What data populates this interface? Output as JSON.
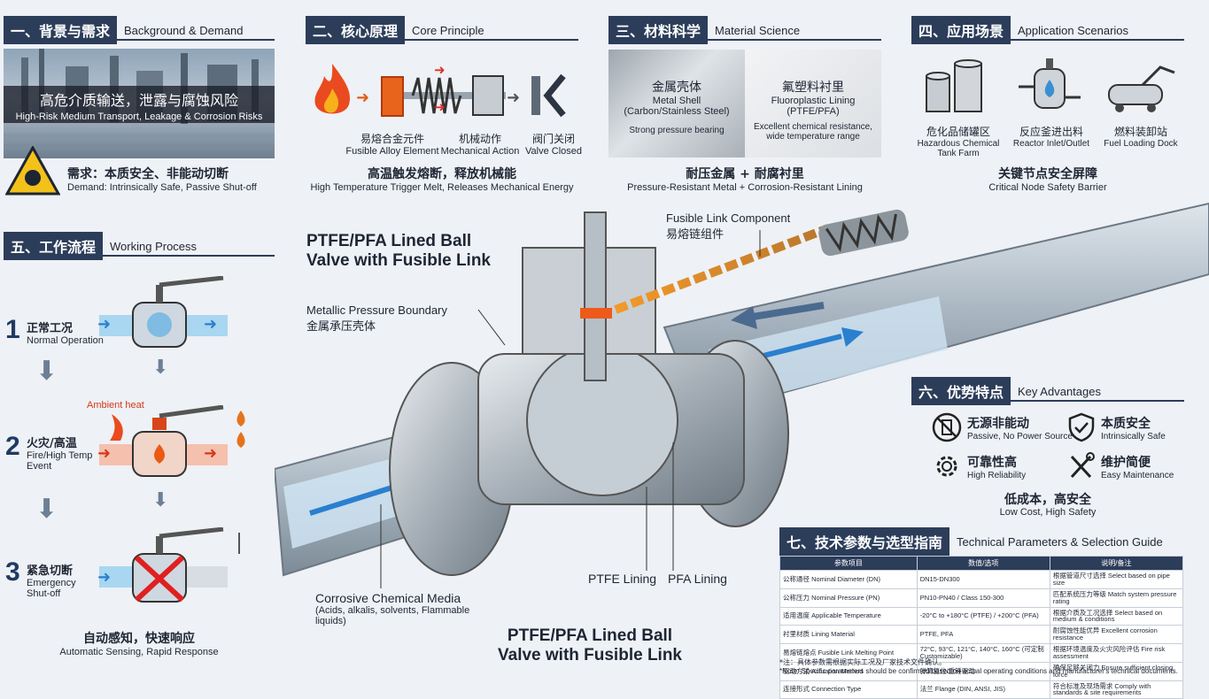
{
  "s1": {
    "tag": "一、背景与需求",
    "en": "Background & Demand",
    "banner_zh": "高危介质输送，泄露与腐蚀风险",
    "banner_en": "High-Risk Medium Transport, Leakage & Corrosion Risks",
    "demand_zh": "需求：本质安全、非能动切断",
    "demand_en": "Demand: Intrinsically Safe, Passive Shut-off"
  },
  "s2": {
    "tag": "二、核心原理",
    "en": "Core Principle",
    "items": [
      {
        "zh": "易熔合金元件",
        "en": "Fusible Alloy Element"
      },
      {
        "zh": "机械动作",
        "en": "Mechanical Action"
      },
      {
        "zh": "阀门关闭",
        "en": "Valve Closed"
      }
    ],
    "summary_zh": "高温触发熔断，释放机械能",
    "summary_en": "High Temperature Trigger Melt, Releases Mechanical Energy"
  },
  "s3": {
    "tag": "三、材料科学",
    "en": "Material Science",
    "left_zh": "金属壳体",
    "left_en": "Metal Shell",
    "left_en2": "(Carbon/Stainless Steel)",
    "left_note": "Strong pressure bearing",
    "right_zh": "氟塑料衬里",
    "right_en": "Fluoroplastic Lining",
    "right_en2": "(PTFE/PFA)",
    "right_note": "Excellent chemical resistance, wide temperature range",
    "summary_zh": "耐压金属 + 耐腐衬里",
    "summary_en": "Pressure-Resistant Metal + Corrosion-Resistant Lining"
  },
  "s4": {
    "tag": "四、应用场景",
    "en": "Application Scenarios",
    "items": [
      {
        "zh": "危化品储罐区",
        "en": "Hazardous Chemical Tank Farm"
      },
      {
        "zh": "反应釜进出料",
        "en": "Reactor Inlet/Outlet"
      },
      {
        "zh": "燃料装卸站",
        "en": "Fuel Loading Dock"
      }
    ],
    "summary_zh": "关键节点安全屏障",
    "summary_en": "Critical Node Safety Barrier"
  },
  "s5": {
    "tag": "五、工作流程",
    "en": "Working Process",
    "steps": [
      {
        "num": "1",
        "zh": "正常工况",
        "en": "Normal Operation"
      },
      {
        "num": "2",
        "zh": "火灾/高温",
        "en": "Fire/High Temp Event"
      },
      {
        "num": "3",
        "zh": "紧急切断",
        "en": "Emergency Shut-off"
      }
    ],
    "ambient": "Ambient heat",
    "summary_zh": "自动感知，快速响应",
    "summary_en": "Automatic Sensing, Rapid Response"
  },
  "center": {
    "title": "PTFE/PFA Lined Ball Valve with Fusible Link",
    "fusible_en": "Fusible Link Component",
    "fusible_zh": "易熔链组件",
    "boundary_en": "Metallic Pressure Boundary",
    "boundary_zh": "金属承压壳体",
    "media_en": "Corrosive Chemical Media",
    "media_note": "(Acids, alkalis, solvents, Flammable liquids)",
    "ptfe": "PTFE Lining",
    "pfa": "PFA Lining"
  },
  "s6": {
    "tag": "六、优势特点",
    "en": "Key Advantages",
    "items": [
      {
        "zh": "无源非能动",
        "en": "Passive, No Power Source"
      },
      {
        "zh": "本质安全",
        "en": "Intrinsically Safe"
      },
      {
        "zh": "可靠性高",
        "en": "High Reliability"
      },
      {
        "zh": "维护简便",
        "en": "Easy Maintenance"
      }
    ],
    "summary_zh": "低成本，高安全",
    "summary_en": "Low Cost, High Safety"
  },
  "s7": {
    "tag": "七、技术参数与选型指南",
    "en": "Technical Parameters & Selection Guide",
    "headers": [
      "参数项目",
      "数值/选项",
      "说明/备注"
    ],
    "rows": [
      [
        "公称通径 Nominal Diameter (DN)",
        "DN15-DN300",
        "根据管道尺寸选择 Select based on pipe size"
      ],
      [
        "公称压力 Nominal Pressure (PN)",
        "PN10-PN40 / Class 150-300",
        "匹配系统压力等级 Match system pressure rating"
      ],
      [
        "适用温度 Applicable Temperature",
        "-20°C to +180°C (PTFE) / +200°C (PFA)",
        "根据介质及工况选择 Select based on medium & conditions"
      ],
      [
        "衬里材质 Lining Material",
        "PTFE, PFA",
        "耐腐蚀性能优异 Excellent corrosion resistance"
      ],
      [
        "易熔链熔点 Fusible Link Melting Point",
        "72°C, 93°C, 121°C, 140°C, 160°C (可定制 Customizable)",
        "根据环境温度及火灾风险评估 Fire risk assessment"
      ],
      [
        "驱动方式 Actuation Method",
        "弹簧复位/重锤驱动",
        "确保足够关闭力 Ensure sufficient closing force"
      ],
      [
        "连接形式 Connection Type",
        "法兰 Flange (DIN, ANSI, JIS)",
        "符合标准及现场需求 Comply with standards & site requirements"
      ]
    ],
    "note_zh": "*注：具体参数需根据实际工况及厂家技术文件确认。",
    "note_en": "*Note: Specific parameters should be confirmed based on actual operating conditions and manufacturer's technical documents."
  }
}
